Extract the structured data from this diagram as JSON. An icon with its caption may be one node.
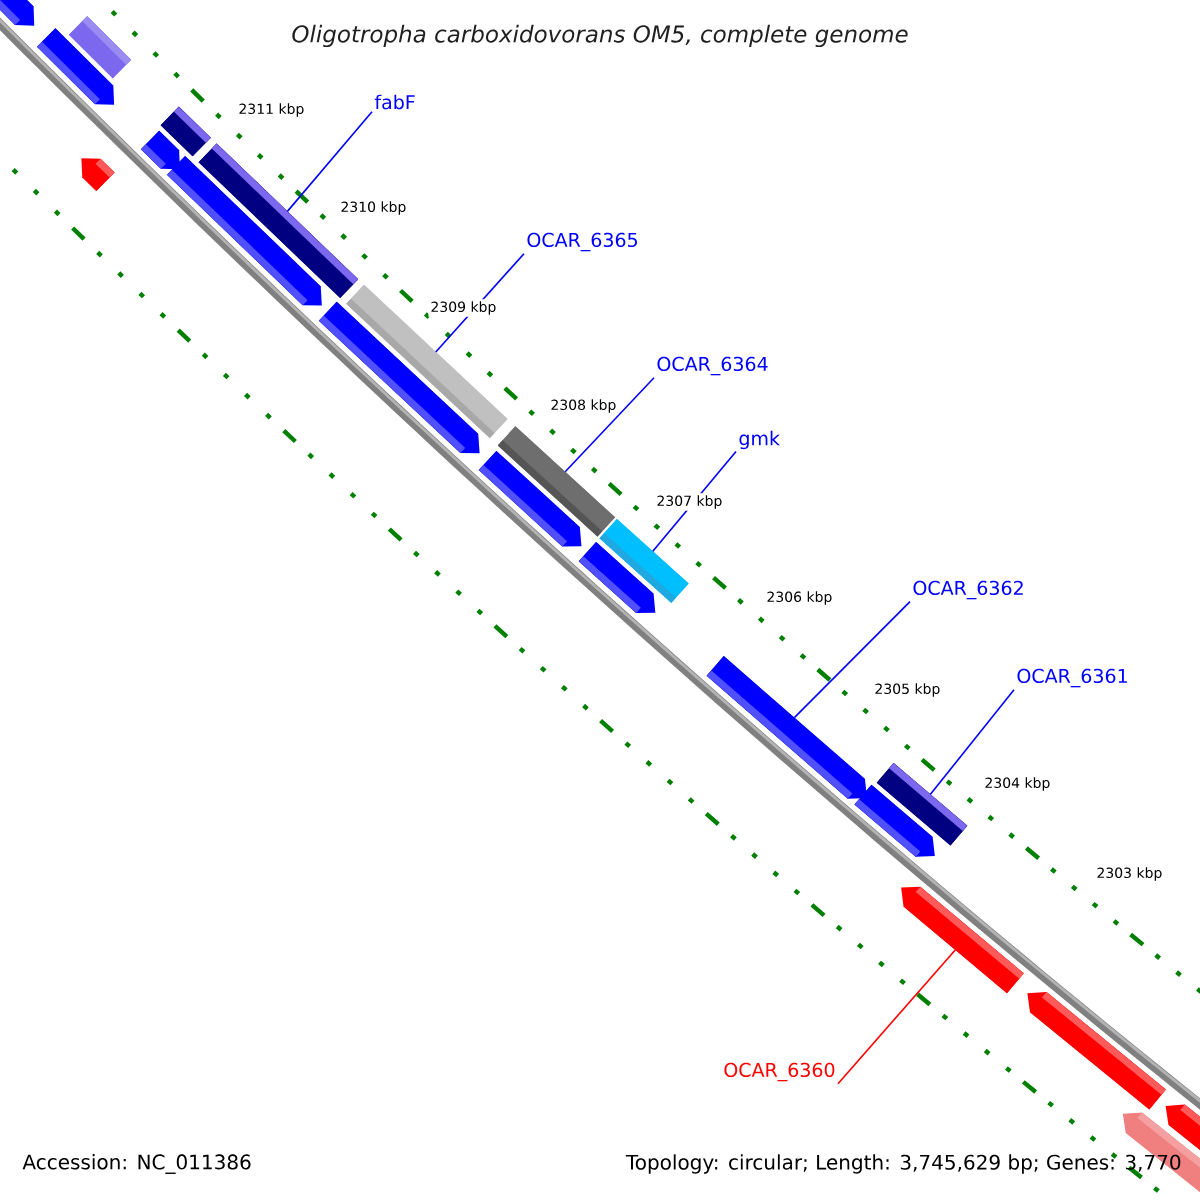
{
  "diagram": {
    "title": "Oligotropha carboxidovorans OM5, complete genome",
    "nodes": [
      {
        "text": [
          "fabF"
        ]
      },
      {
        "text": [
          "OCAR_6365"
        ]
      },
      {
        "text": [
          "OCAR_6364"
        ]
      },
      {
        "text": [
          "gmk"
        ]
      },
      {
        "text": [
          "OCAR_6362"
        ]
      },
      {
        "text": [
          "OCAR_6361"
        ]
      },
      {
        "text": [
          "OCAR_6360"
        ]
      },
      {
        "text": [],
        "shape": "bar"
      },
      {
        "text": [],
        "shape": "bar"
      },
      {
        "text": [],
        "shape": "bar"
      },
      {
        "text": [],
        "shape": "bar"
      },
      {
        "text": [],
        "shape": "bar"
      },
      {
        "text": [],
        "shape": "bar"
      },
      {
        "text": [],
        "shape": "bar"
      },
      {
        "text": [],
        "shape": "bar"
      },
      {
        "text": [],
        "shape": "bar"
      },
      {
        "text": [],
        "shape": "bar"
      },
      {
        "text": [],
        "shape": "bar"
      },
      {
        "text": [],
        "shape": "bar"
      },
      {
        "text": [],
        "shape": "bar"
      },
      {
        "text": [],
        "shape": "bar"
      },
      {
        "text": [],
        "shape": "bar"
      },
      {
        "text": [],
        "shape": "bar"
      },
      {
        "text": [],
        "shape": "bar"
      },
      {
        "text": [],
        "shape": "bar"
      },
      {
        "text": [],
        "shape": "bar"
      },
      {
        "text": [],
        "shape": "bar"
      },
      {
        "text": [],
        "shape": "bar"
      }
    ],
    "edges": [
      {
        "from": 0,
        "to": 14,
        "arrow": "none"
      },
      {
        "from": 1,
        "to": 16,
        "arrow": "none"
      },
      {
        "from": 2,
        "to": 17,
        "arrow": "none"
      },
      {
        "from": 3,
        "to": 19,
        "arrow": "none"
      },
      {
        "from": 4,
        "to": 21,
        "arrow": "none"
      },
      {
        "from": 5,
        "to": 23,
        "arrow": "none"
      },
      {
        "from": 6,
        "to": 24,
        "arrow": "none",
        "color": "#ff0000"
      }
    ],
    "labels": [
      "2311 kbp",
      "2310 kbp",
      "2309 kbp",
      "2308 kbp",
      "2307 kbp",
      "2306 kbp",
      "2305 kbp",
      "2304 kbp",
      "2303 kbp",
      "Accession: NC_011386",
      "Topology: circular; Length: 3,745,629 bp; Genes: 3,770"
    ]
  }
}
